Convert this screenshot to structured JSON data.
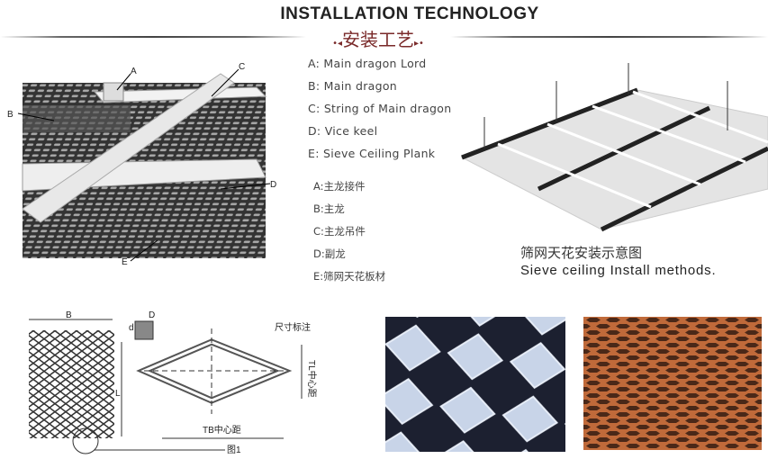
{
  "header": {
    "title": "INSTALLATION TECHNOLOGY",
    "subtitle": "安装工艺"
  },
  "parts_en": [
    "A: Main dragon Lord",
    "B: Main dragon",
    "C: String of Main dragon",
    "D: Vice keel",
    "E: Sieve Ceiling Plank"
  ],
  "parts_cn": [
    "A:主龙接件",
    "B:主龙",
    "C:主龙吊件",
    "D:副龙",
    "E:筛网天花板材"
  ],
  "diagram_labels": {
    "a": "A",
    "b": "B",
    "c": "C",
    "d": "D",
    "e": "E"
  },
  "install_caption": {
    "cn": "筛网天花安装示意图",
    "en": "Sieve ceiling Install methods."
  },
  "dimension_drawing": {
    "b": "B",
    "d_upper": "D",
    "d_lower": "d",
    "l": "L",
    "annotation": "尺寸标注",
    "tl": "TL中心距",
    "tb": "TB中心距",
    "figure": "图1"
  }
}
